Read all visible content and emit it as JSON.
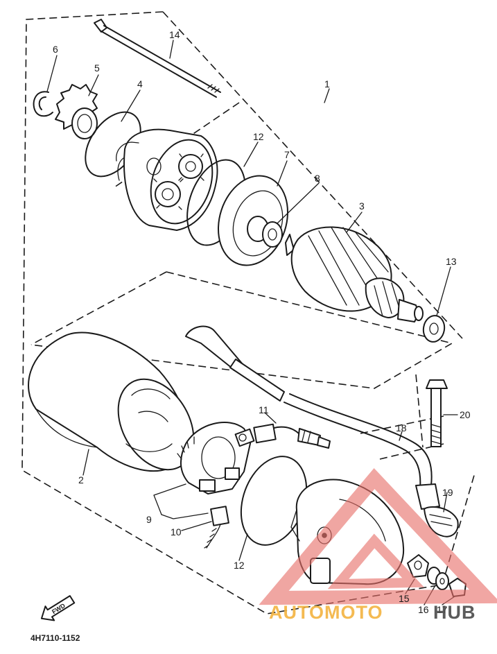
{
  "figure": {
    "part_labels": [
      "14",
      "6",
      "5",
      "4",
      "1",
      "12",
      "7",
      "8",
      "3",
      "13",
      "2",
      "11",
      "18",
      "20",
      "9",
      "10",
      "12",
      "19",
      "15",
      "16",
      "17"
    ],
    "forward_label": "FWD",
    "drawing_code": "4H7110-1152"
  },
  "watermark": {
    "word_auto": "AUTOMOTO",
    "word_hub": "HUB",
    "auto_color": "#f3b340",
    "hub_color": "#4a4a4a",
    "triangle_color": "#e8706a"
  }
}
